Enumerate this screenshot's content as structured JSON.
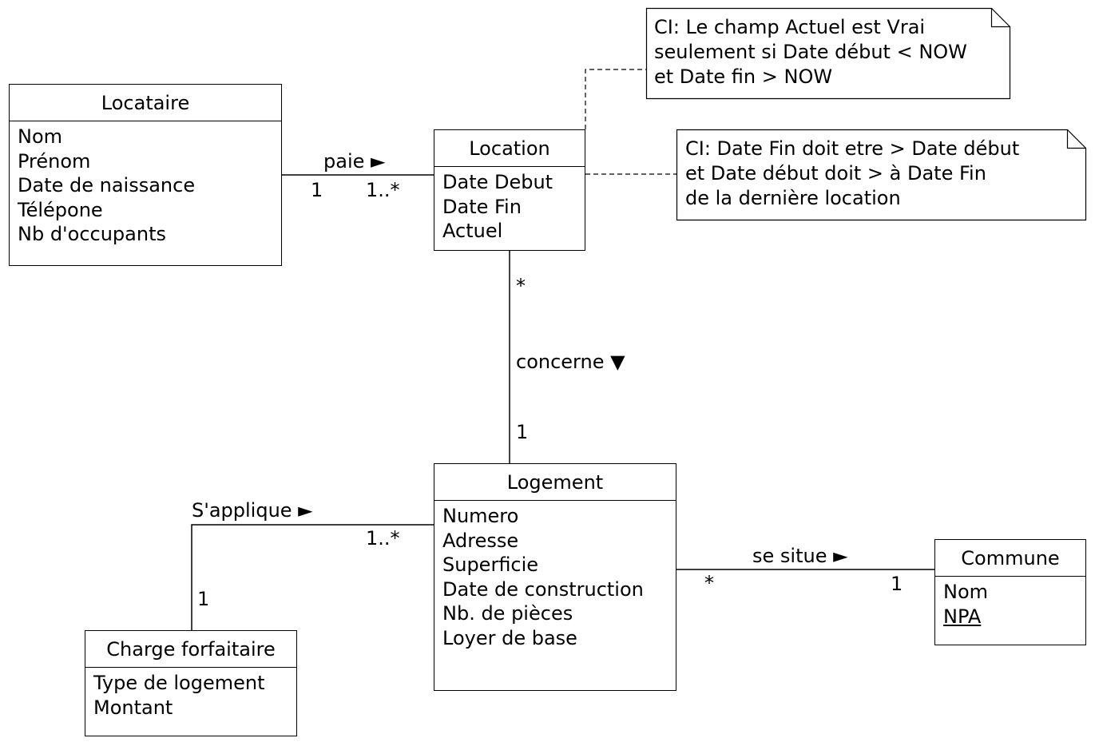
{
  "classes": {
    "locataire": {
      "name": "Locataire",
      "attributes": [
        {
          "text": "Nom"
        },
        {
          "text": "Prénom"
        },
        {
          "text": "Date de naissance"
        },
        {
          "text": "Télépone"
        },
        {
          "text": "Nb d'occupants"
        }
      ]
    },
    "location": {
      "name": "Location",
      "attributes": [
        {
          "text": "Date Debut"
        },
        {
          "text": "Date Fin"
        },
        {
          "text": "Actuel"
        }
      ]
    },
    "logement": {
      "name": "Logement",
      "attributes": [
        {
          "text": "Numero"
        },
        {
          "text": "Adresse"
        },
        {
          "text": "Superficie"
        },
        {
          "text": "Date de construction"
        },
        {
          "text": "Nb. de pièces"
        },
        {
          "text": "Loyer de base"
        }
      ]
    },
    "charge": {
      "name": "Charge forfaitaire",
      "attributes": [
        {
          "text": "Type de logement"
        },
        {
          "text": "Montant"
        }
      ]
    },
    "commune": {
      "name": "Commune",
      "attributes": [
        {
          "text": "Nom"
        },
        {
          "text": "NPA",
          "primary_key": true
        }
      ]
    }
  },
  "associations": {
    "paie": {
      "label": "paie ►",
      "mult_source": "1",
      "mult_target": "1..*"
    },
    "concerne": {
      "label": "concerne ▼",
      "mult_source": "*",
      "mult_target": "1"
    },
    "sapplique": {
      "label": "S'applique ►",
      "mult_source": "1..*",
      "mult_target": "1"
    },
    "situe": {
      "label": "se situe ►",
      "mult_source": "*",
      "mult_target": "1"
    }
  },
  "notes": {
    "note1": {
      "lines": [
        "CI: Le champ Actuel est Vrai",
        "seulement si Date début < NOW",
        "et Date fin > NOW"
      ]
    },
    "note2": {
      "lines": [
        "CI: Date Fin doit etre > Date début",
        "et Date début doit > à Date Fin",
        "de la dernière location"
      ]
    }
  }
}
